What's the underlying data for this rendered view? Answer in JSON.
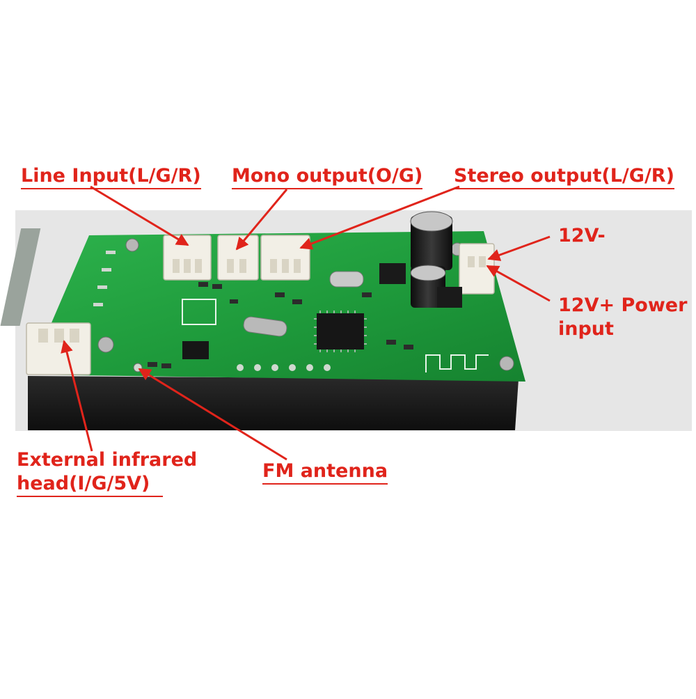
{
  "labels": {
    "line_input": "Line Input(L/G/R)",
    "mono_output": "Mono output(O/G)",
    "stereo_output": "Stereo output(L/G/R)",
    "v12_minus": "12V-",
    "v12_plus_line1": "12V+ Power",
    "v12_plus_line2": "input",
    "ir_head_line1": "External infrared",
    "ir_head_line2": "head(I/G/5V)",
    "fm_antenna": "FM antenna"
  },
  "colors": {
    "annotation_red": "#e0241b",
    "pcb_green": "#1f9a3a",
    "enclosure_black": "#1a1a1a"
  }
}
